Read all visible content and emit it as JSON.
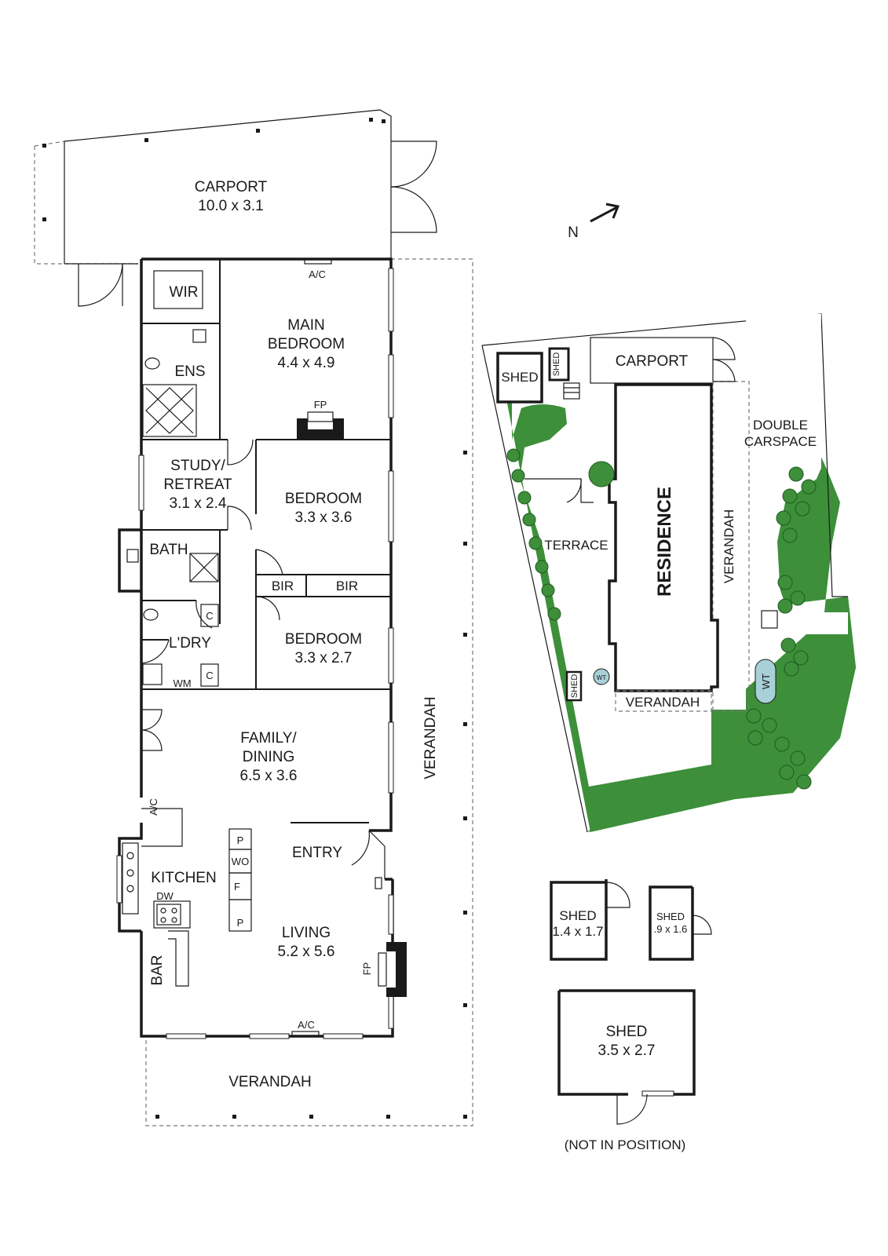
{
  "compass": {
    "label": "N"
  },
  "floor_plan": {
    "carport": {
      "name": "CARPORT",
      "size": "10.0 x 3.1"
    },
    "wir": "WIR",
    "main_bedroom": {
      "name1": "MAIN",
      "name2": "BEDROOM",
      "size": "4.4 x 4.9"
    },
    "ac_top": "A/C",
    "ens": "ENS",
    "fp_top": "FP",
    "study": {
      "name1": "STUDY/",
      "name2": "RETREAT",
      "size": "3.1 x 2.4"
    },
    "bedroom2": {
      "name": "BEDROOM",
      "size": "3.3 x 3.6"
    },
    "bath": "BATH",
    "bir1": "BIR",
    "bir2": "BIR",
    "c1": "C",
    "c2": "C",
    "ldry": "L'DRY",
    "wm": "WM",
    "bedroom3": {
      "name": "BEDROOM",
      "size": "3.3 x 2.7"
    },
    "family": {
      "name1": "FAMILY/",
      "name2": "DINING",
      "size": "6.5 x 3.6"
    },
    "ac_left": "A/C",
    "kitchen": "KITCHEN",
    "dw": "DW",
    "p1": "P",
    "wo": "WO",
    "f": "F",
    "p2": "P",
    "entry": "ENTRY",
    "living": {
      "name": "LIVING",
      "size": "5.2 x 5.6"
    },
    "fp_living": "FP",
    "bar": "BAR",
    "ac_bottom": "A/C",
    "verandah_bottom": "VERANDAH",
    "verandah_side": "VERANDAH"
  },
  "site_plan": {
    "shed_a": "SHED",
    "shed_b": "SHED",
    "carport": "CARPORT",
    "double_carspace1": "DOUBLE",
    "double_carspace2": "CARSPACE",
    "terrace": "TERRACE",
    "residence": "RESIDENCE",
    "verandah_east": "VERANDAH",
    "verandah_south": "VERANDAH",
    "wt_small": "WT",
    "wt_tank": "WT",
    "shed_c": "SHED"
  },
  "sheds": {
    "shed1": {
      "name": "SHED",
      "size": "1.4 x 1.7"
    },
    "shed2": {
      "name": "SHED",
      "size": ".9 x 1.6"
    },
    "shed3": {
      "name": "SHED",
      "size": "3.5 x 2.7"
    },
    "note": "(NOT IN POSITION)"
  },
  "colors": {
    "lawn": "#3d8f3a",
    "walls": "#1a1a1a"
  }
}
